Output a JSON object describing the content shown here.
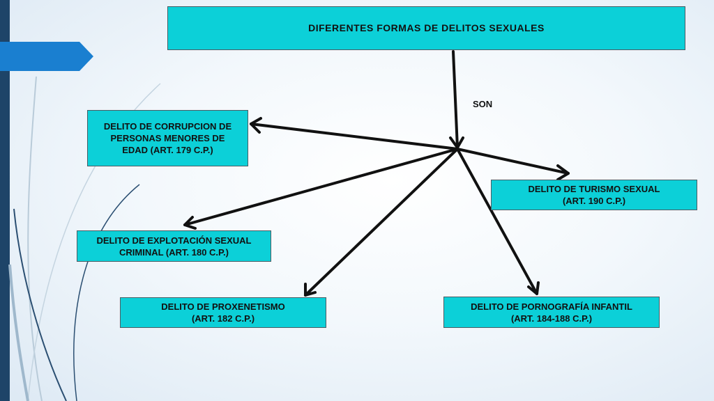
{
  "title": "DIFERENTES FORMAS DE DELITOS SEXUALES",
  "connector_label": "SON",
  "nodes": [
    {
      "label": "DELITO DE CORRUPCION DE\nPERSONAS MENORES DE\nEDAD (ART. 179 C.P.)"
    },
    {
      "label": "DELITO DE TURISMO SEXUAL\n(ART. 190 C.P.)"
    },
    {
      "label": "DELITO DE EXPLOTACIÓN SEXUAL\nCRIMINAL (ART. 180 C.P.)"
    },
    {
      "label": "DELITO DE PROXENETISMO\n(ART. 182 C.P.)"
    },
    {
      "label": "DELITO DE PORNOGRAFÍA INFANTIL\n(ART. 184-188 C.P.)"
    }
  ],
  "colors": {
    "box_fill": "#0cd0d8",
    "accent_tab": "#1a7fd0",
    "left_bar": "#1e4468",
    "arrow": "#111111"
  }
}
